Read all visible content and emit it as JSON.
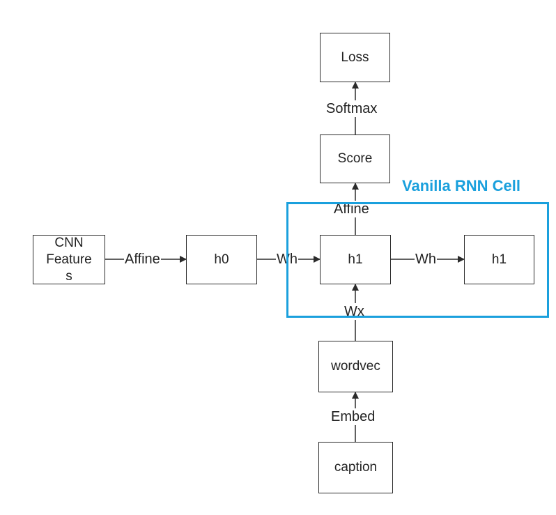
{
  "colors": {
    "line": "#2b2b2b",
    "highlight": "#1aa0dd"
  },
  "highlight_title": "Vanilla RNN Cell",
  "nodes": {
    "loss": "Loss",
    "score": "Score",
    "cnn_features_line1": "CNN",
    "cnn_features_line2": "Feature",
    "cnn_features_line3": "s",
    "h0": "h0",
    "h1_center": "h1",
    "h1_right": "h1",
    "wordvec": "wordvec",
    "caption": "caption"
  },
  "edges": {
    "softmax": "Softmax",
    "affine_top": "Affine",
    "affine_left": "Affine",
    "wh_left": "Wh",
    "wh_right": "Wh",
    "wx": "Wx",
    "embed": "Embed"
  }
}
